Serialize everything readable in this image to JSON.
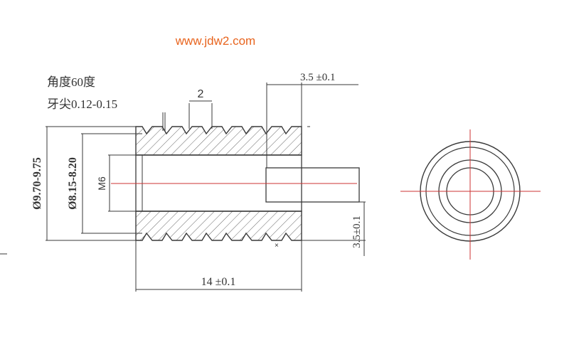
{
  "watermark": "www.jdw2.com",
  "notes": {
    "angle": "角度60度",
    "crest": "牙尖0.12-0.15"
  },
  "dims": {
    "pitch": "2",
    "top_offset": "3.5 ±0.1",
    "outer_diameter": "Ø9.70-9.75",
    "root_diameter": "Ø8.15-8.20",
    "thread": "M6",
    "length": "14 ±0.1",
    "right_offset": "3.5±0.1"
  },
  "colors": {
    "line": "#3a3a3a",
    "center": "#cc3333",
    "watermark": "#e8641e"
  }
}
